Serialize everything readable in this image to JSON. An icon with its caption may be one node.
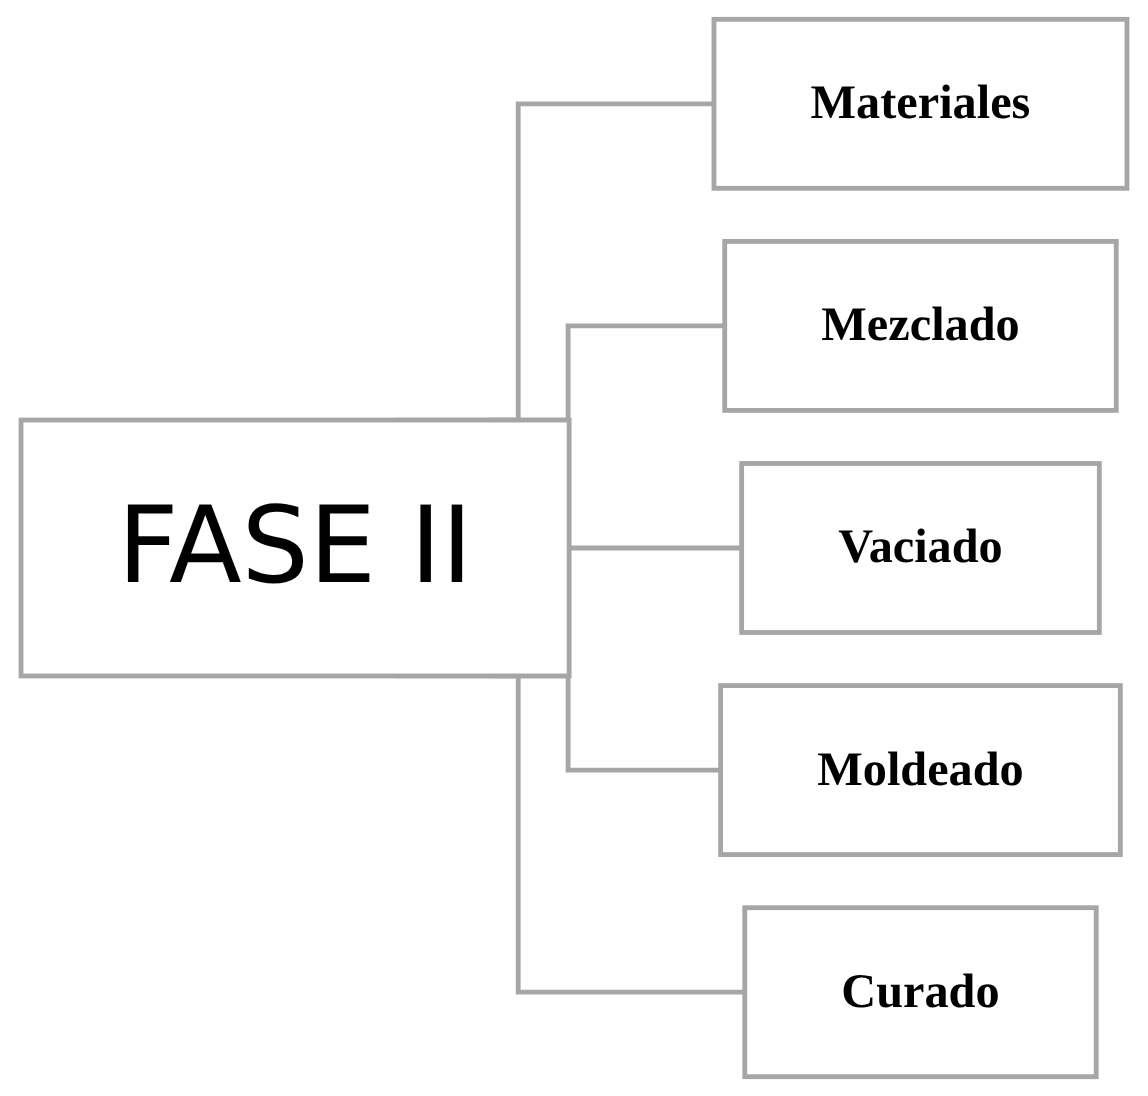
{
  "diagram": {
    "nodes": [
      {
        "text": [
          "FASE II"
        ]
      },
      {
        "text": [
          "Materiales"
        ]
      },
      {
        "text": [
          "Mezclado"
        ]
      },
      {
        "text": [
          "Vaciado"
        ]
      },
      {
        "text": [
          "Moldeado"
        ]
      },
      {
        "text": [
          "Curado"
        ]
      }
    ],
    "edges": [
      {
        "from": 0,
        "to": 1,
        "arrow": "none"
      },
      {
        "from": 0,
        "to": 2,
        "arrow": "none"
      },
      {
        "from": 0,
        "to": 3,
        "arrow": "none"
      },
      {
        "from": 0,
        "to": 4,
        "arrow": "none"
      },
      {
        "from": 0,
        "to": 5,
        "arrow": "none"
      }
    ]
  }
}
